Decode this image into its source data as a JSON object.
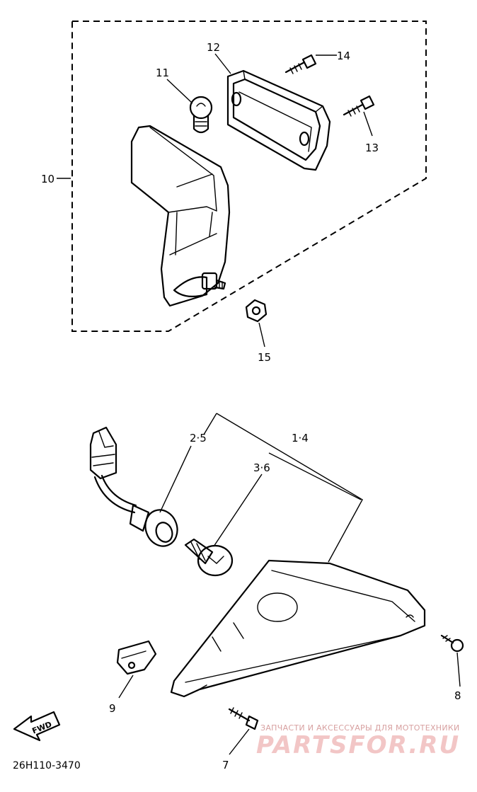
{
  "callouts": {
    "c1": "1·4",
    "c2": "2·5",
    "c3": "3·6",
    "c7": "7",
    "c8": "8",
    "c9": "9",
    "c10": "10",
    "c11": "11",
    "c12": "12",
    "c13": "13",
    "c14": "14",
    "c15": "15"
  },
  "fwd_label": "FWD",
  "diagram_code": "26H110-3470",
  "watermark": {
    "tagline": "ЗАПЧАСТИ И АКСЕССУАРЫ ДЛЯ МОТОТЕХНИКИ",
    "brand": "PARTSFOR.RU"
  }
}
